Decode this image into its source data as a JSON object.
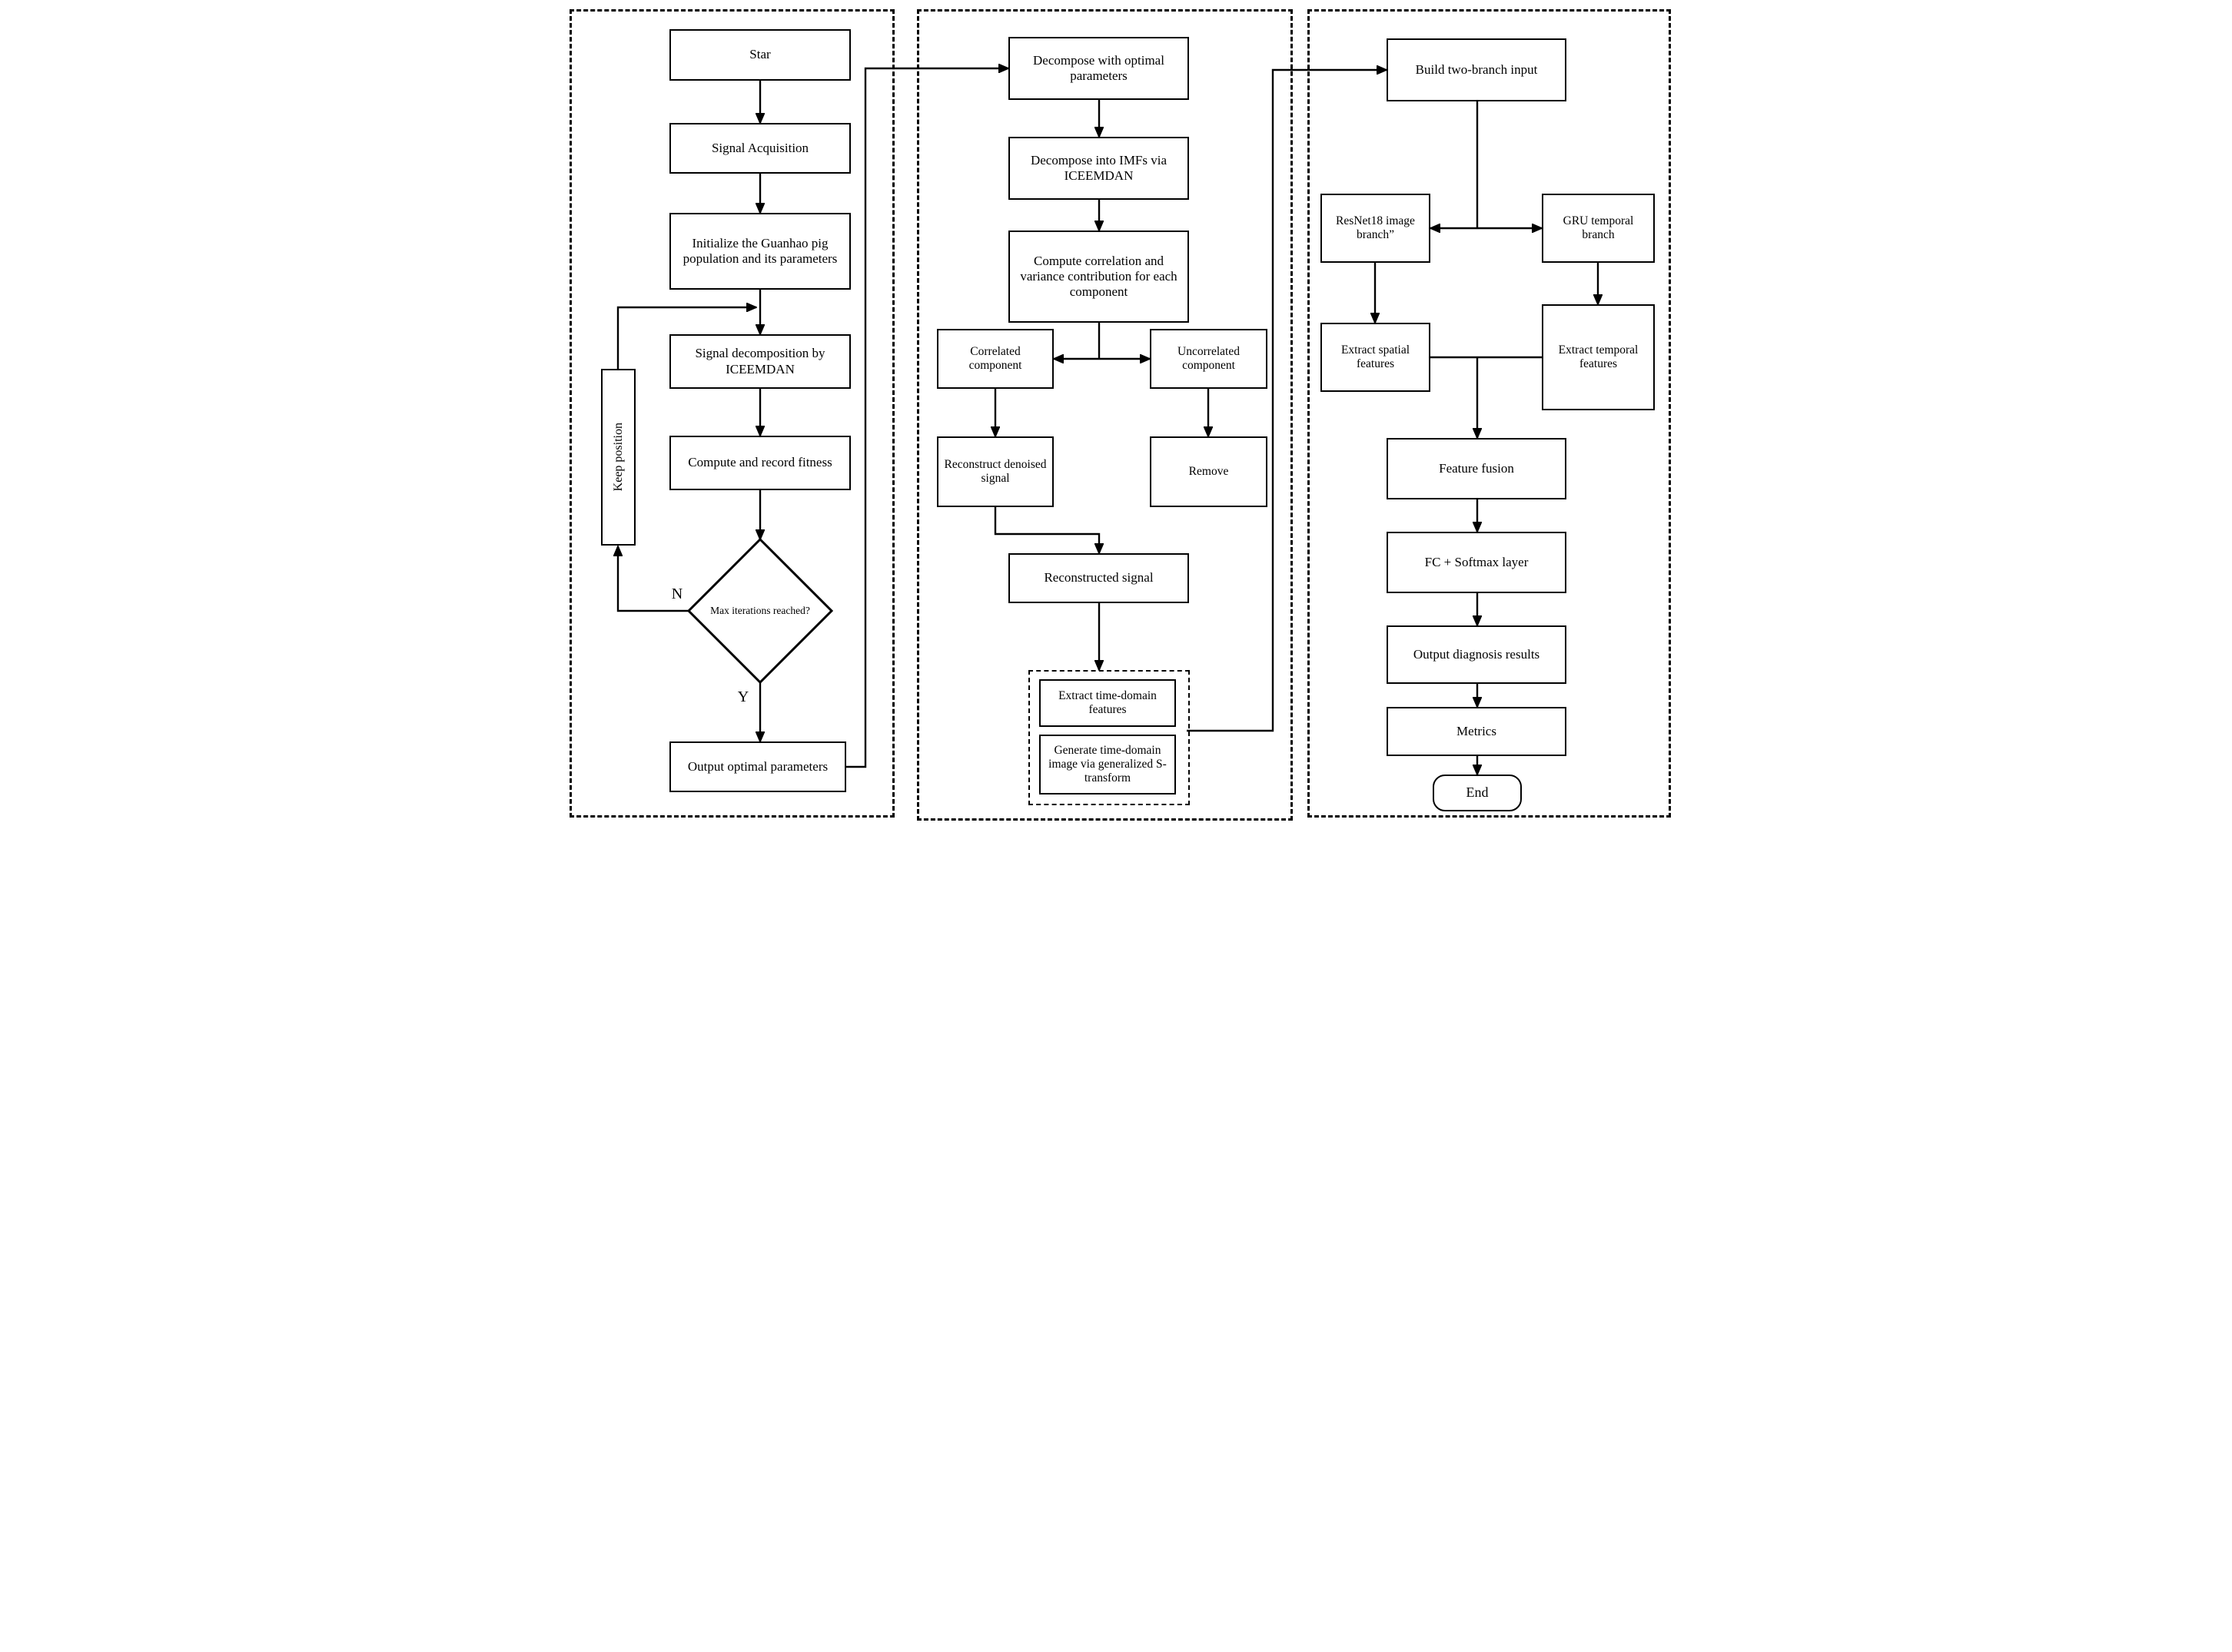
{
  "left_panel": {
    "star": "Star",
    "signal_acquisition": "Signal Acquisition",
    "initialize_population": "Initialize the Guanhao pig population and its parameters",
    "signal_decomposition": "Signal decomposition by ICEEMDAN",
    "compute_fitness": "Compute and record fitness",
    "keep_position": "Keep position",
    "max_iterations": "Max iterations reached?",
    "branch_no": "N",
    "branch_yes": "Y",
    "output_optimal": "Output optimal parameters"
  },
  "middle_panel": {
    "decompose_optimal": "Decompose with optimal parameters",
    "decompose_imfs": "Decompose into IMFs via ICEEMDAN",
    "compute_correlation": "Compute correlation and variance contribution for each component",
    "correlated": "Correlated component",
    "uncorrelated": "Uncorrelated component",
    "reconstruct_denoised": "Reconstruct denoised signal",
    "remove": "Remove",
    "reconstructed_signal": "Reconstructed signal",
    "extract_time_features": "Extract time-domain features",
    "generate_time_image": "Generate time-domain image via generalized S-transform"
  },
  "right_panel": {
    "build_input": "Build two-branch input",
    "resnet_branch": "ResNet18 image branch”",
    "gru_branch": "GRU temporal branch",
    "extract_spatial": "Extract spatial features",
    "extract_temporal": "Extract temporal features",
    "feature_fusion": "Feature fusion",
    "fc_softmax": "FC + Softmax layer",
    "output_diagnosis": "Output diagnosis results",
    "metrics": "Metrics",
    "end": "End"
  },
  "colors": {
    "line": "#000000",
    "background": "#ffffff",
    "box_fill": "#ffffff"
  }
}
